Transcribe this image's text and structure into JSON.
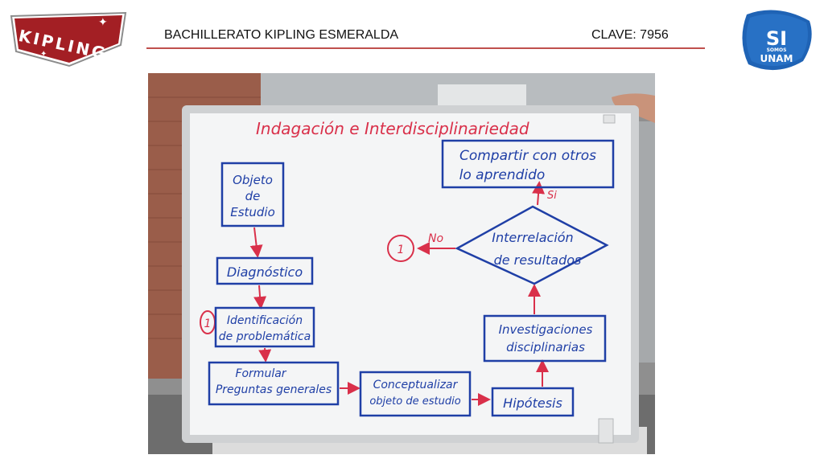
{
  "header": {
    "school_logo": {
      "icon": "kipling-shield-logo",
      "text": "KIPLING",
      "color": "#a31f24"
    },
    "title": "BACHILLERATO KIPLING ESMERALDA",
    "clave": "CLAVE: 7956",
    "rule_color": "#c0504d",
    "unam_logo": {
      "icon": "si-somos-unam-logo",
      "big": "SI",
      "small": "SOMOS",
      "word": "UNAM",
      "color": "#1f63b5"
    }
  },
  "whiteboard": {
    "title": "Indagación e Interdisciplinariedad",
    "ink_blue": "#1f3fa6",
    "ink_red": "#d9304a",
    "nodes": {
      "objeto": [
        "Objeto",
        "de",
        "Estudio"
      ],
      "diagnostico": "Diagnóstico",
      "identificacion": [
        "Identificación",
        "de problemática"
      ],
      "formular": [
        "Formular",
        "Preguntas generales"
      ],
      "conceptualizar": [
        "Conceptualizar",
        "objeto de estudio"
      ],
      "hipotesis": "Hipótesis",
      "investigaciones": [
        "Investigaciones",
        "disciplinarias"
      ],
      "interrelacion": [
        "Interrelación",
        "de resultados"
      ],
      "compartir": [
        "Compartir con otros",
        "lo aprendido"
      ]
    },
    "labels": {
      "no": "No",
      "si": "Si",
      "marker": "1"
    }
  }
}
